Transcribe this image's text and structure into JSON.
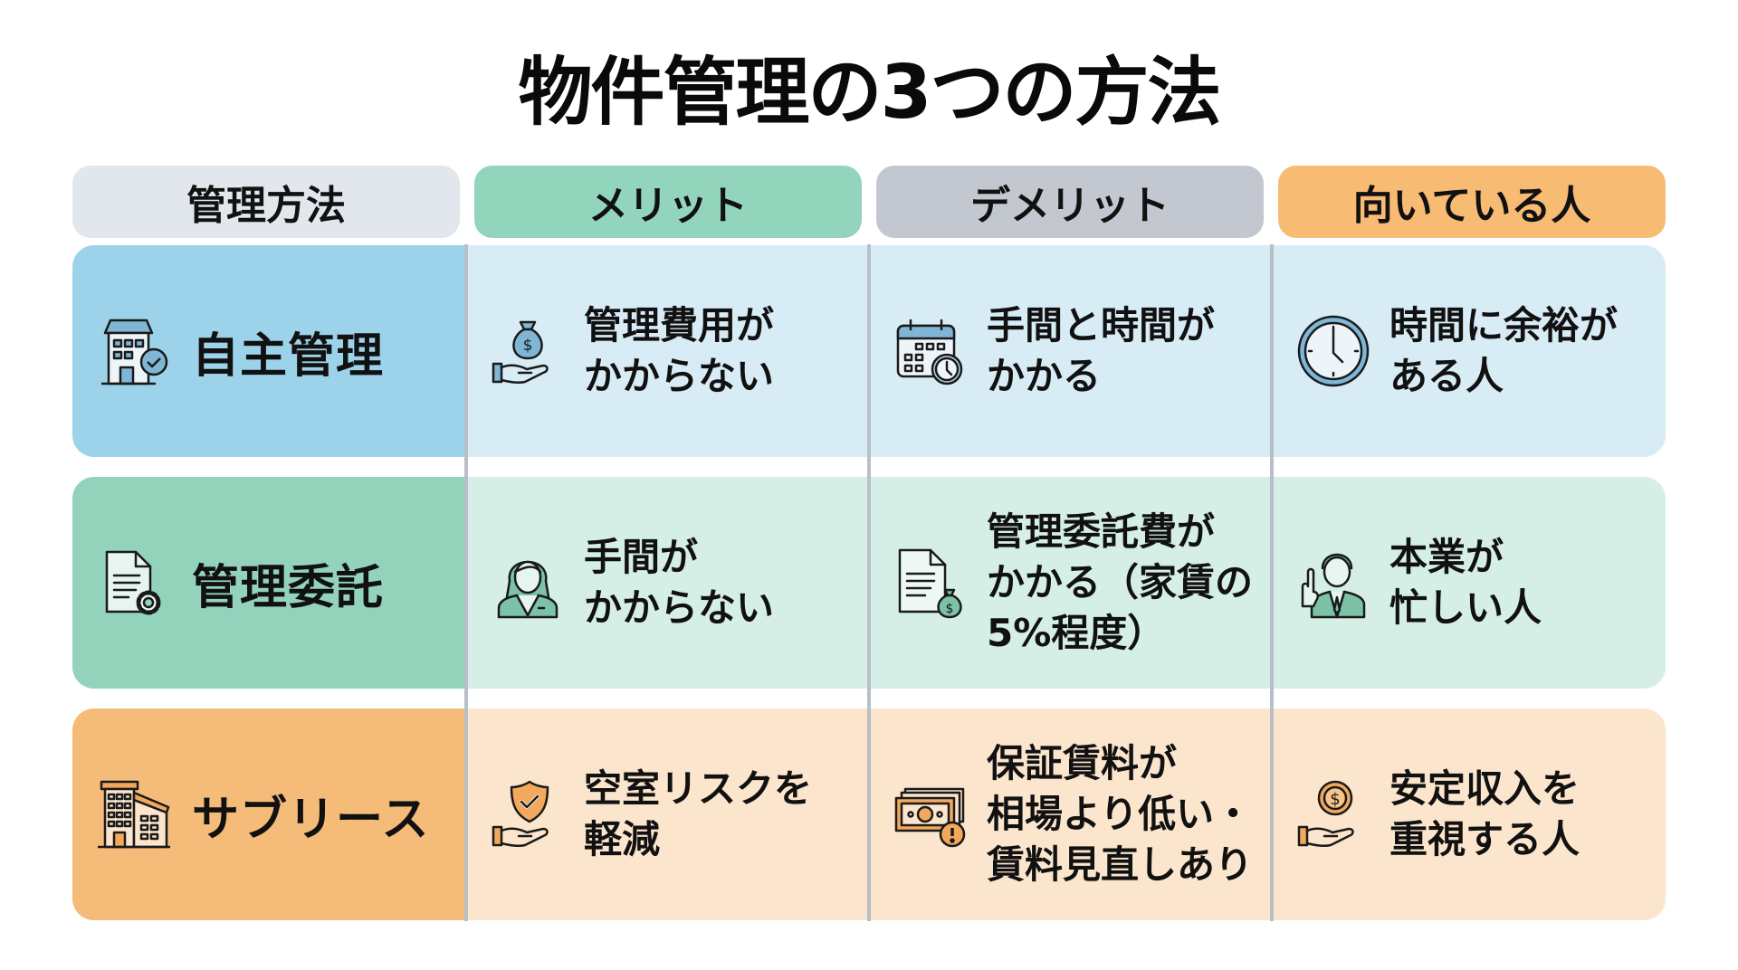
{
  "title": "物件管理の3つの方法",
  "headers": [
    {
      "label": "管理方法",
      "color": "#e2e7ee"
    },
    {
      "label": "メリット",
      "color": "#93d4bc"
    },
    {
      "label": "デメリット",
      "color": "#c3c8d0"
    },
    {
      "label": "向いている人",
      "color": "#f7bb73"
    }
  ],
  "rows": [
    {
      "method": "自主管理",
      "method_icon": "building-check-icon",
      "label_color": "#9dd3ea",
      "cell_color": "#d8ecf6",
      "icon_color": "#7fb6d6",
      "merit": "管理費用が\nかからない",
      "merit_icon": "hand-money-bag-icon",
      "demerit": "手間と時間が\nかかる",
      "demerit_icon": "calendar-clock-icon",
      "suited": "時間に余裕が\nある人",
      "suited_icon": "clock-icon"
    },
    {
      "method": "管理委託",
      "method_icon": "document-gear-icon",
      "label_color": "#93d3bc",
      "cell_color": "#d5efe6",
      "icon_color": "#7cc2a6",
      "merit": "手間が\nかからない",
      "merit_icon": "female-staff-icon",
      "demerit": "管理委託費が\nかかる（家賃の\n5%程度）",
      "demerit_icon": "document-money-bag-icon",
      "suited": "本業が\n忙しい人",
      "suited_icon": "businessman-icon"
    },
    {
      "method": "サブリース",
      "method_icon": "apartment-buildings-icon",
      "label_color": "#f5bb78",
      "cell_color": "#fbe5cc",
      "icon_color": "#f2a95c",
      "merit": "空室リスクを\n軽減",
      "merit_icon": "hand-shield-check-icon",
      "demerit": "保証賃料が\n相場より低い・\n賃料見直しあり",
      "demerit_icon": "cash-warning-icon",
      "suited": "安定収入を\n重視する人",
      "suited_icon": "hand-coin-icon"
    }
  ]
}
